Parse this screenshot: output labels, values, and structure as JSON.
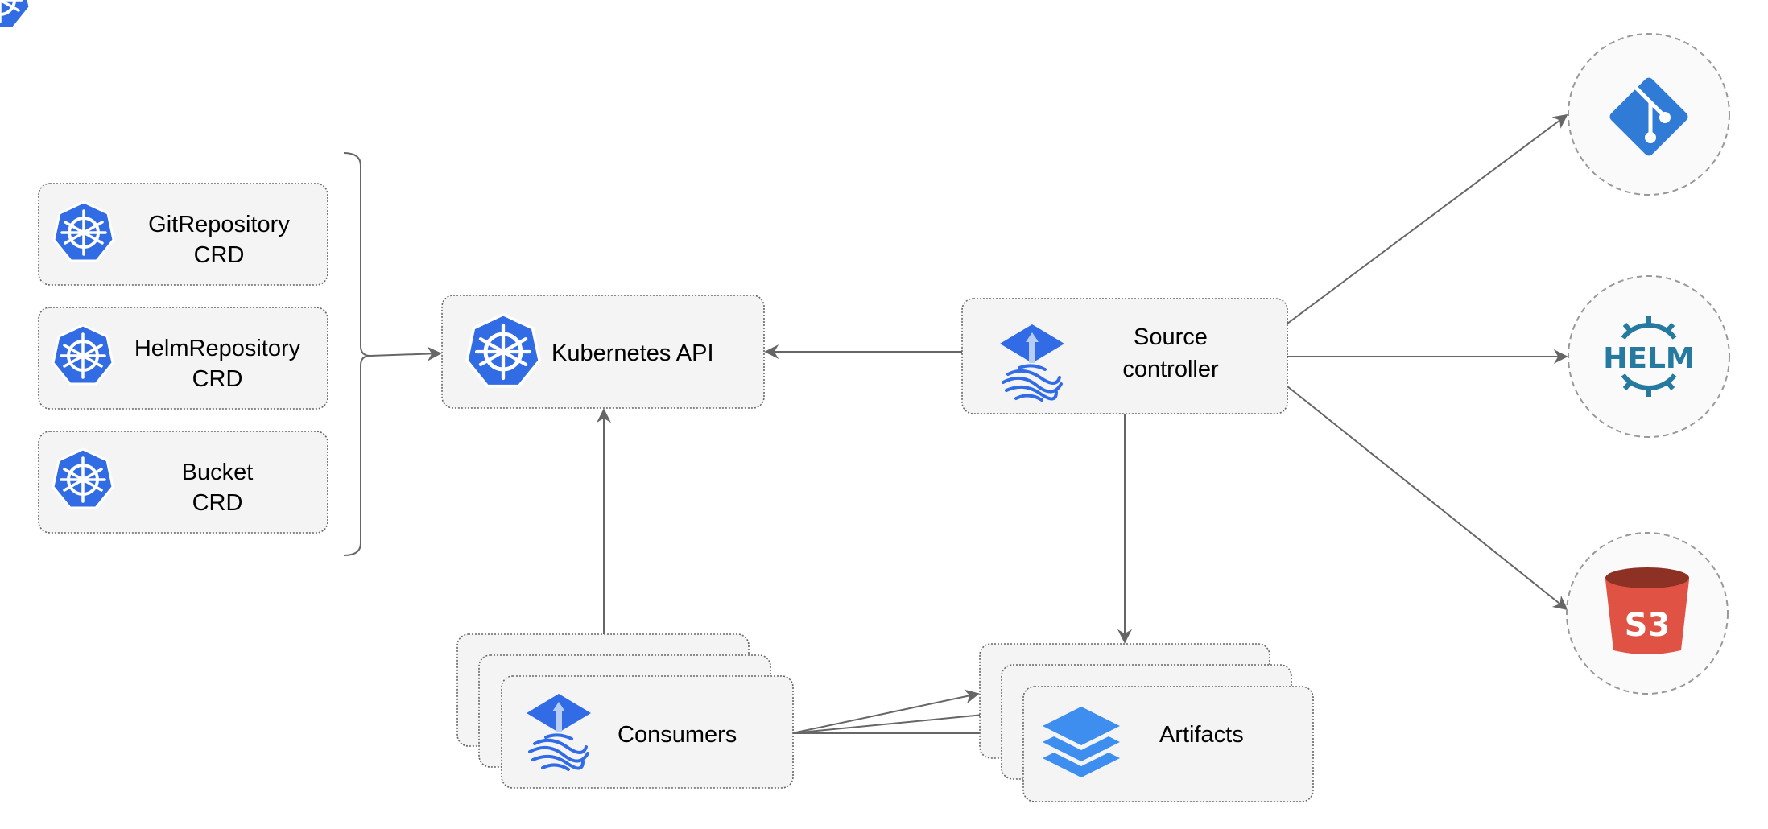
{
  "colors": {
    "kubernetes_blue": "#326ce5",
    "flux_blue": "#316ce6",
    "git_blue": "#2f7bd6",
    "helm_teal": "#277a9f",
    "s3_red": "#e05243",
    "s3_dark": "#8c3123",
    "edge": "#666666",
    "box_fill": "#f4f4f4"
  },
  "crds": [
    {
      "line1": "GitRepository",
      "line2": "CRD",
      "icon": "kubernetes-icon"
    },
    {
      "line1": "HelmRepository",
      "line2": "CRD",
      "icon": "kubernetes-icon"
    },
    {
      "line1": "Bucket",
      "line2": "CRD",
      "icon": "kubernetes-icon"
    }
  ],
  "kubernetes_api": {
    "label": "Kubernetes API",
    "icon": "kubernetes-icon"
  },
  "source_controller": {
    "line1": "Source",
    "line2": "controller",
    "icon": "flux-icon"
  },
  "consumers": {
    "label": "Consumers",
    "icon": "flux-icon"
  },
  "artifacts": {
    "label": "Artifacts",
    "icon": "layers-icon"
  },
  "sources": [
    {
      "icon": "git-icon"
    },
    {
      "icon": "helm-icon",
      "text": "HELM"
    },
    {
      "icon": "s3-icon",
      "text": "S3"
    }
  ]
}
